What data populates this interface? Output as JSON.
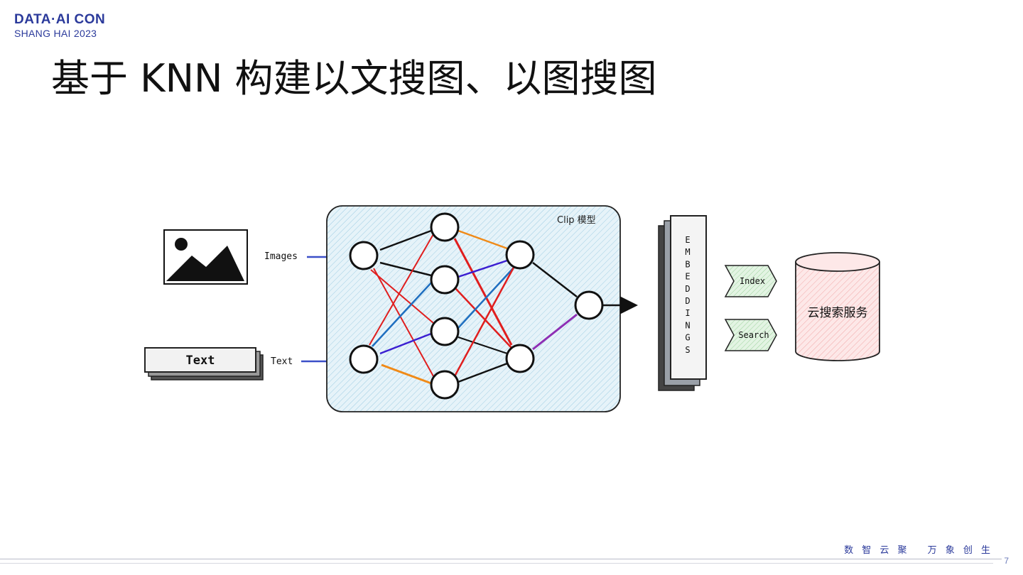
{
  "logo": {
    "line1": "DATA·AI CON",
    "line2": "SHANG HAI 2023"
  },
  "title": "基于 KNN 构建以文搜图、以图搜图",
  "diagram": {
    "image_label": "Images",
    "text_label": "Text",
    "text_card": "Text",
    "model_label": "Clip 模型",
    "embeddings": [
      "E",
      "M",
      "B",
      "E",
      "D",
      "D",
      "I",
      "N",
      "G",
      "S"
    ],
    "index_label": "Index",
    "search_label": "Search",
    "db_label": "云搜索服务"
  },
  "colors": {
    "brand": "#2b3a9b",
    "model_fill": "#dceef6",
    "db_fill": "#fbdcdc",
    "arrow_fill": "#d4ecd4"
  },
  "footer": {
    "slogan": "数 智 云 聚　 万 象 创 生",
    "page": "7"
  }
}
